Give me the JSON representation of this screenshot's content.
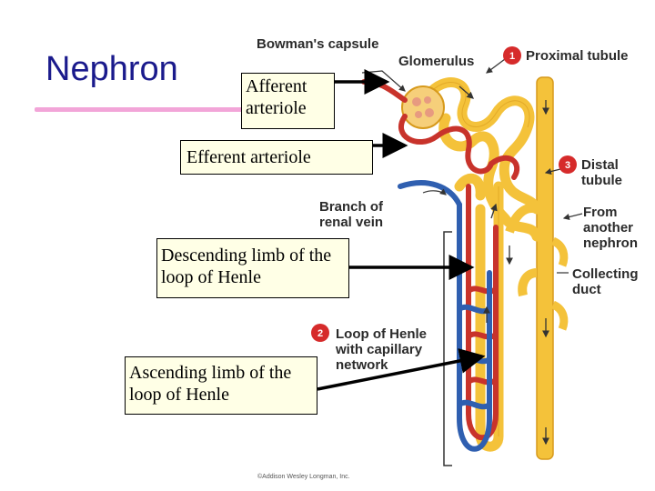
{
  "title": "Nephron",
  "callouts": {
    "afferent": "Afferent arteriole",
    "efferent": "Efferent arteriole",
    "descending": "Descending limb of the loop of Henle",
    "ascending": "Ascending limb of the loop of Henle"
  },
  "figure": {
    "bowmans_capsule": "Bowman's capsule",
    "glomerulus": "Glomerulus",
    "proximal_num": "1",
    "proximal": "Proximal tubule",
    "distal_num": "3",
    "distal_line1": "Distal",
    "distal_line2": "tubule",
    "renal_vein_line1": "Branch of",
    "renal_vein_line2": "renal vein",
    "from_line1": "From",
    "from_line2": "another",
    "from_line3": "nephron",
    "collecting_line1": "Collecting",
    "collecting_line2": "duct",
    "loop_num": "2",
    "loop_line1": "Loop of Henle",
    "loop_line2": "with capillary",
    "loop_line3": "network",
    "copyright": "©Addison Wesley Longman, Inc."
  },
  "colors": {
    "title": "#1a1a8c",
    "title_rule": "#f2a5d8",
    "tubule": "#f4c23a",
    "artery": "#c8332b",
    "vein": "#2f5fb0",
    "badge": "#d62b2b",
    "box_fill": "#ffffe6"
  }
}
